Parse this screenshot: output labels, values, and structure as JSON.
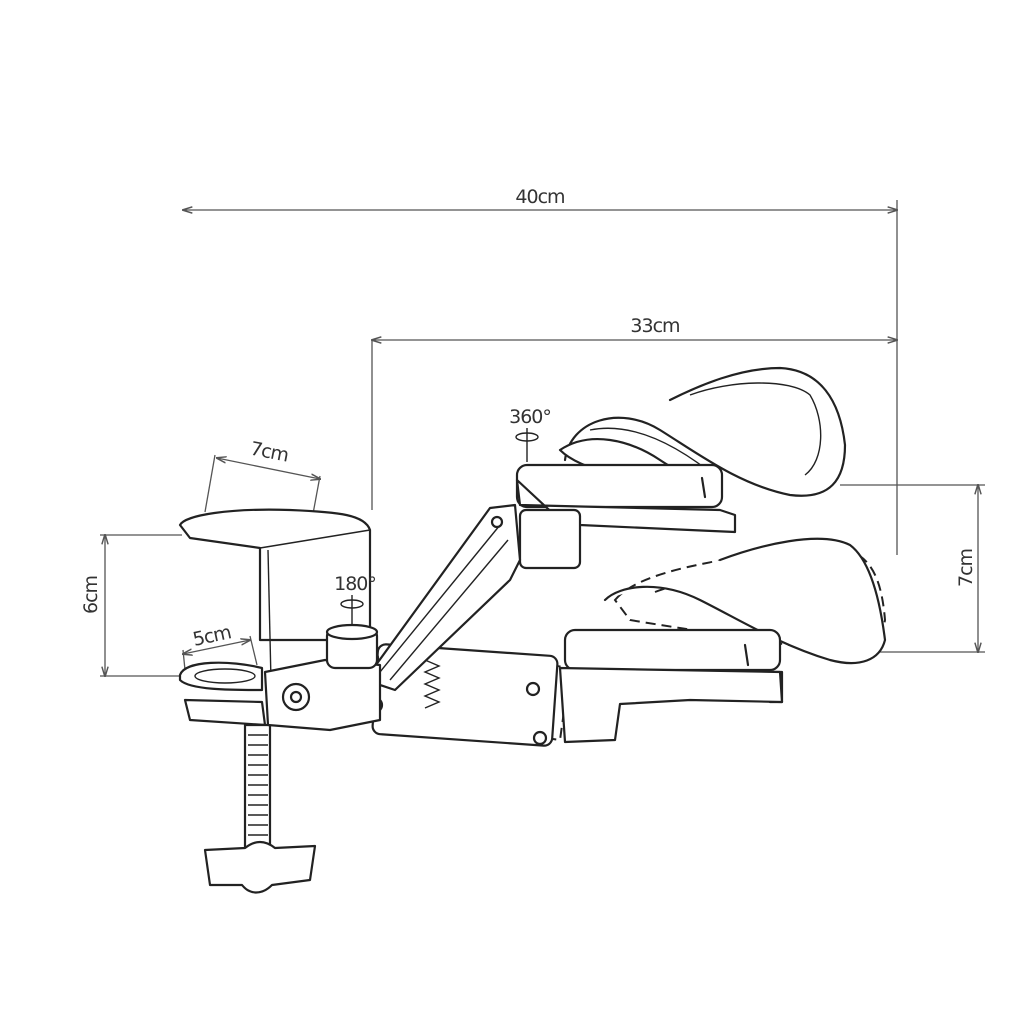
{
  "labels": {
    "overall_length": "40cm",
    "arm_length": "33cm",
    "clamp_depth": "7cm",
    "clamp_height": "6cm",
    "clamp_opening": "5cm",
    "base_rotation": "180°",
    "pad_rotation": "360°",
    "height_adjust": "7cm"
  },
  "colors": {
    "line": "#222222",
    "dimension": "#555555",
    "background": "#ffffff"
  }
}
